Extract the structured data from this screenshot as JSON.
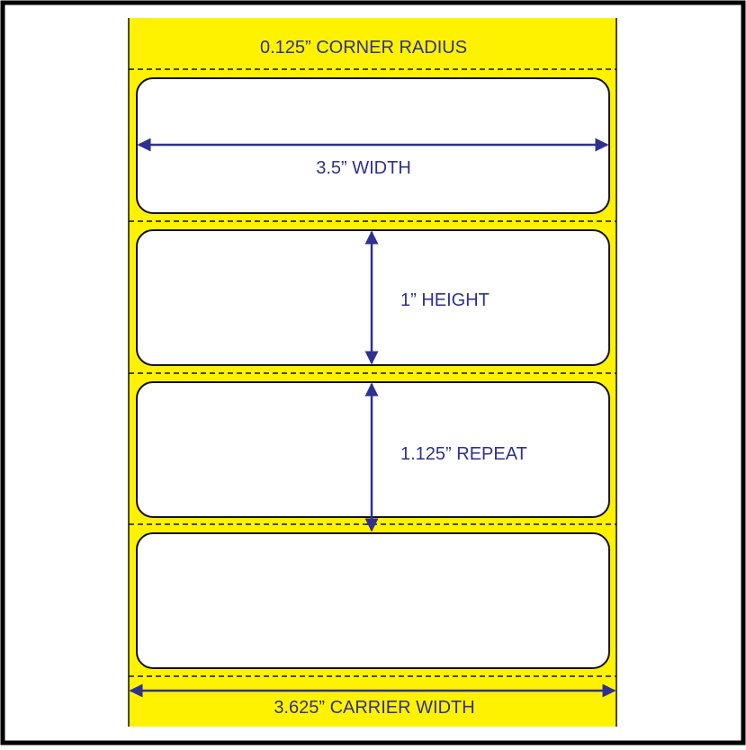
{
  "diagram": {
    "corner_radius_label": "0.125” CORNER RADIUS",
    "width_label": "3.5”  WIDTH",
    "height_label": "1” HEIGHT",
    "repeat_label": "1.125” REPEAT",
    "carrier_width_label": "3.625” CARRIER WIDTH",
    "label_count": 4
  },
  "colors": {
    "carrier": "#fff200",
    "label_fill": "#ffffff",
    "outline": "#111111",
    "dimension": "#2e3192",
    "frame": "#000000"
  }
}
